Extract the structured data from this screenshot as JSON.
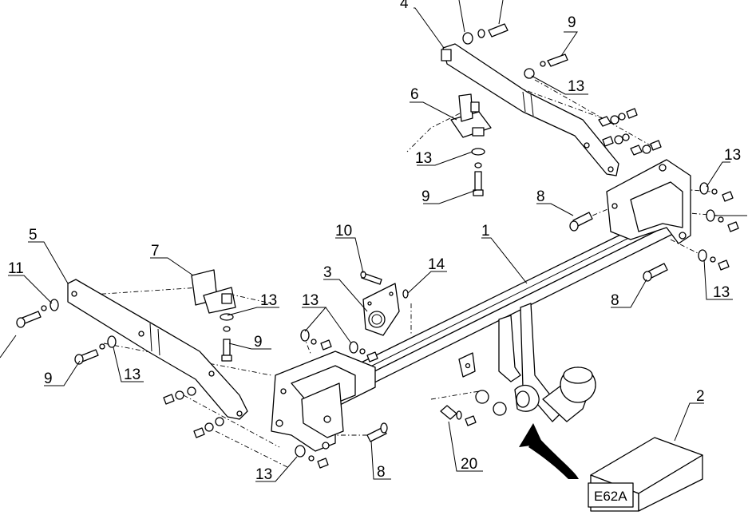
{
  "diagram": {
    "package_label": "E62A",
    "callouts": [
      {
        "id": "c4",
        "text": "4"
      },
      {
        "id": "c9a",
        "text": "9"
      },
      {
        "id": "c13a",
        "text": "13"
      },
      {
        "id": "c6",
        "text": "6"
      },
      {
        "id": "c13b",
        "text": "13"
      },
      {
        "id": "c9b",
        "text": "9"
      },
      {
        "id": "c8a",
        "text": "8"
      },
      {
        "id": "c13c",
        "text": "13"
      },
      {
        "id": "c13d",
        "text": "13"
      },
      {
        "id": "c8b",
        "text": "8"
      },
      {
        "id": "c1",
        "text": "1"
      },
      {
        "id": "c14",
        "text": "14"
      },
      {
        "id": "c10",
        "text": "10"
      },
      {
        "id": "c3",
        "text": "3"
      },
      {
        "id": "c13e",
        "text": "13"
      },
      {
        "id": "c5",
        "text": "5"
      },
      {
        "id": "c7",
        "text": "7"
      },
      {
        "id": "c13f",
        "text": "13"
      },
      {
        "id": "c9c",
        "text": "9"
      },
      {
        "id": "c11",
        "text": "11"
      },
      {
        "id": "c9d",
        "text": "9"
      },
      {
        "id": "c13g",
        "text": "13"
      },
      {
        "id": "c13h",
        "text": "13"
      },
      {
        "id": "c8c",
        "text": "8"
      },
      {
        "id": "c20",
        "text": "20"
      },
      {
        "id": "c2",
        "text": "2"
      }
    ]
  }
}
